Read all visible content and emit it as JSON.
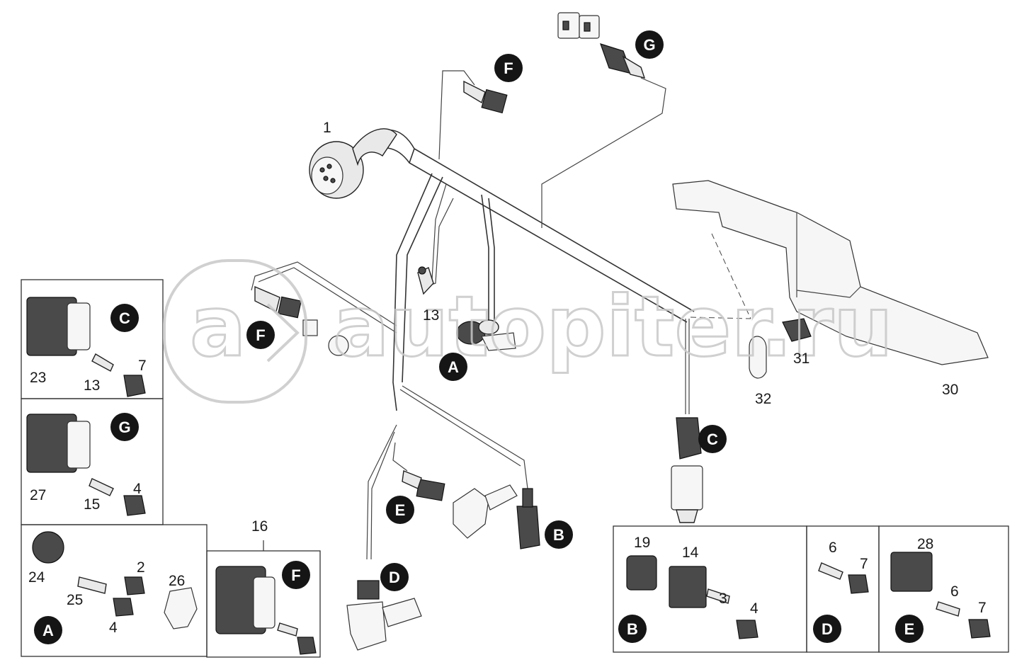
{
  "part_labels": [
    {
      "id": "p1",
      "text": "1"
    },
    {
      "id": "p13a",
      "text": "13"
    },
    {
      "id": "p31",
      "text": "31"
    },
    {
      "id": "p32",
      "text": "32"
    },
    {
      "id": "p30",
      "text": "30"
    },
    {
      "id": "p23",
      "text": "23"
    },
    {
      "id": "p13b",
      "text": "13"
    },
    {
      "id": "p7a",
      "text": "7"
    },
    {
      "id": "p27",
      "text": "27"
    },
    {
      "id": "p15",
      "text": "15"
    },
    {
      "id": "p4a",
      "text": "4"
    },
    {
      "id": "p24",
      "text": "24"
    },
    {
      "id": "p2",
      "text": "2"
    },
    {
      "id": "p25",
      "text": "25"
    },
    {
      "id": "p26",
      "text": "26"
    },
    {
      "id": "p4b",
      "text": "4"
    },
    {
      "id": "p16",
      "text": "16"
    },
    {
      "id": "p19",
      "text": "19"
    },
    {
      "id": "p14",
      "text": "14"
    },
    {
      "id": "p3",
      "text": "3"
    },
    {
      "id": "p4c",
      "text": "4"
    },
    {
      "id": "p6a",
      "text": "6"
    },
    {
      "id": "p7b",
      "text": "7"
    },
    {
      "id": "p28",
      "text": "28"
    },
    {
      "id": "p6b",
      "text": "6"
    },
    {
      "id": "p7c",
      "text": "7"
    }
  ],
  "callouts": [
    {
      "id": "cF1",
      "letter": "F"
    },
    {
      "id": "cG1",
      "letter": "G"
    },
    {
      "id": "cF2",
      "letter": "F"
    },
    {
      "id": "cA1",
      "letter": "A"
    },
    {
      "id": "cC1",
      "letter": "C"
    },
    {
      "id": "cE1",
      "letter": "E"
    },
    {
      "id": "cB1",
      "letter": "B"
    },
    {
      "id": "cD1",
      "letter": "D"
    },
    {
      "id": "cC2",
      "letter": "C"
    },
    {
      "id": "cG2",
      "letter": "G"
    },
    {
      "id": "cA2",
      "letter": "A"
    },
    {
      "id": "cF3",
      "letter": "F"
    },
    {
      "id": "cB2",
      "letter": "B"
    },
    {
      "id": "cD2",
      "letter": "D"
    },
    {
      "id": "cE2",
      "letter": "E"
    }
  ],
  "watermark": {
    "text": "autopiter.ru"
  },
  "colors": {
    "line": "#222222",
    "callout_fill": "#151515",
    "watermark": "#c8c8c8",
    "background": "#ffffff"
  }
}
